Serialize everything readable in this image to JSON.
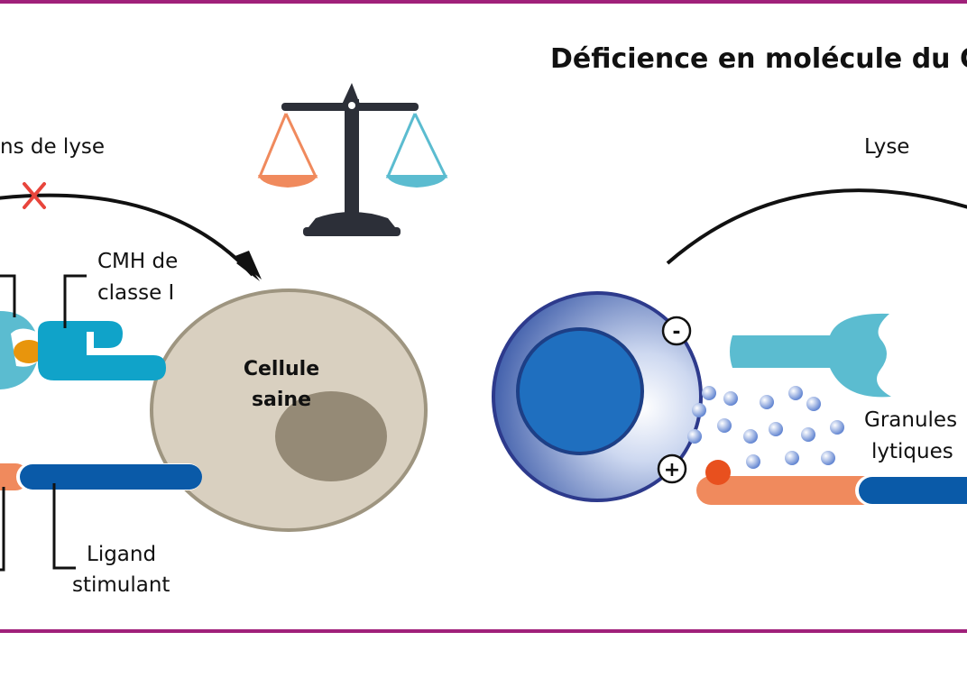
{
  "title": "Déficience en molécule du CMH",
  "labels": {
    "no_lysis": "ns de lyse",
    "lysis": "Lyse",
    "mhc_line1": "CMH de",
    "mhc_line2": "classe I",
    "cell_line1": "Cellule",
    "cell_line2": "saine",
    "ligand_line1": "Ligand",
    "ligand_line2": "stimulant",
    "granules_line1": "Granules",
    "granules_line2": "lytiques",
    "minus_sign": "-",
    "plus_sign": "+"
  },
  "colors": {
    "rule": "#a0207a",
    "cross": "#e8453c",
    "nk_blue": "#3b5aa8",
    "nk_nucleus": "#1f6fbf",
    "receptor_cyan": "#5bbcd0",
    "mhc_teal": "#10a3c9",
    "ligand_blue": "#0a5aa8",
    "activating_orange": "#f08a5d",
    "healthy_cell": "#d9d0c0",
    "healthy_nucleus": "#958a76",
    "scale_dark": "#2c2f38"
  },
  "icons": {
    "scale": "balance-scale-icon",
    "cross": "cross-icon"
  }
}
